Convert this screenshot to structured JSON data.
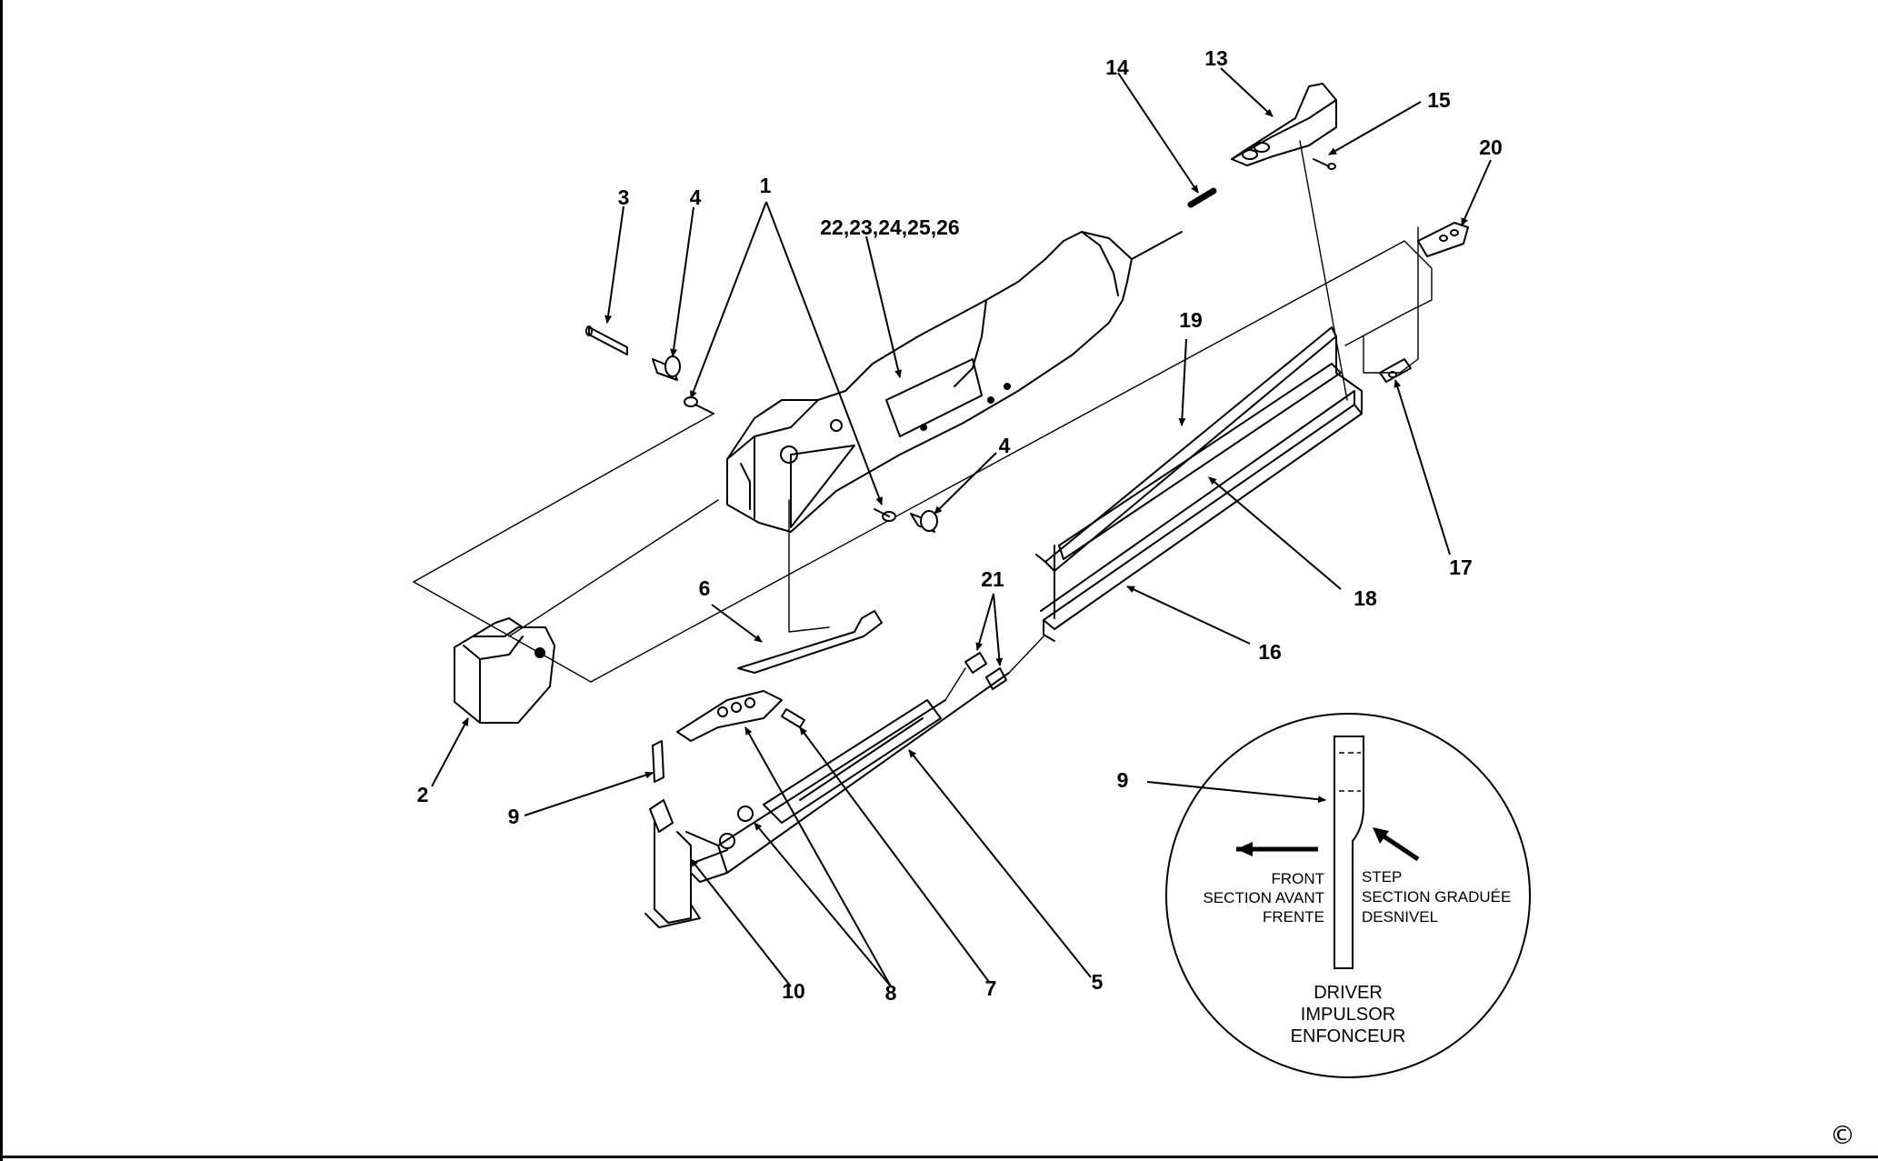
{
  "callouts": {
    "c1": "1",
    "c2": "2",
    "c3": "3",
    "c4a": "4",
    "c4b": "4",
    "c5": "5",
    "c6": "6",
    "c7": "7",
    "c8": "8",
    "c9a": "9",
    "c9b": "9",
    "c10": "10",
    "c13": "13",
    "c14": "14",
    "c15": "15",
    "c16": "16",
    "c17": "17",
    "c18": "18",
    "c19": "19",
    "c20": "20",
    "c21": "21",
    "c22": "22,23,24,25,26"
  },
  "inset": {
    "front_lines": [
      "FRONT",
      "SECTION AVANT",
      "FRENTE"
    ],
    "step_lines": [
      "STEP",
      "SECTION GRADUÉE",
      "DESNIVEL"
    ],
    "driver_lines": [
      "DRIVER",
      "IMPULSOR",
      "ENFONCEUR"
    ]
  },
  "copyright": "©"
}
